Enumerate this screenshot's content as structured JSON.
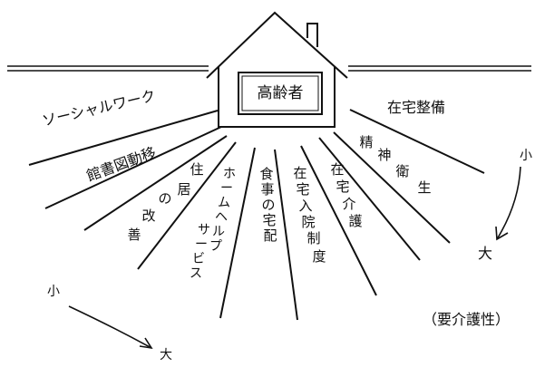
{
  "center": {
    "label": "高齢者"
  },
  "top_labels": {
    "left": "ソーシャルワーク",
    "right": "在宅整備"
  },
  "spokes": [
    {
      "text": "館書図動移"
    },
    {
      "text": "住居の改善"
    },
    {
      "text": "ホームヘルプサービス"
    },
    {
      "text": "食事の宅配"
    },
    {
      "text": "在宅入院制度"
    },
    {
      "text": "在宅介護"
    },
    {
      "text": "精神衛生"
    }
  ],
  "arrows": {
    "left": {
      "from": "小",
      "to": "大"
    },
    "right": {
      "from": "小",
      "to": "大"
    }
  },
  "caption": "（要介護性）"
}
